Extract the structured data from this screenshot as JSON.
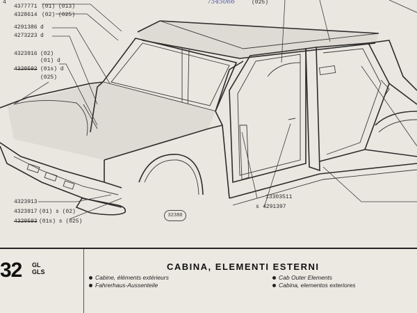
{
  "header_partial": {
    "top_code": "4",
    "handwritten_ref": "7545066",
    "top_variant": "(025)"
  },
  "part_refs_left": [
    {
      "number": "4377771",
      "variant": "(01) (013)"
    },
    {
      "number": "4328614",
      "variant": "(02) (025)"
    },
    {
      "number": "4291386",
      "variant": "d"
    },
    {
      "number": "4273223",
      "variant": "d"
    },
    {
      "number": "4323916",
      "variant": "(02)"
    },
    {
      "number": "",
      "variant": "(01) d"
    },
    {
      "number": "4320592",
      "variant": "(01s) d"
    },
    {
      "number": "",
      "variant": "(025)"
    }
  ],
  "part_refs_bottom_left": [
    {
      "number": "4323913",
      "variant": ""
    },
    {
      "number": "4323917",
      "variant": "(01) s (02)"
    },
    {
      "number": "4320593",
      "variant": "(01s) s (025)"
    }
  ],
  "part_refs_center": [
    {
      "number": "13303511",
      "variant": ""
    },
    {
      "number": "4291397",
      "variant": "s"
    }
  ],
  "figure_number": "32380",
  "footer": {
    "group_number": "32",
    "variant_1": "GL",
    "variant_2": "GLS",
    "title": "CABINA, ELEMENTI ESTERNI",
    "descriptions_left": [
      "Cabine, éléments extérieurs",
      "Fahrerhaus-Aussenteile"
    ],
    "descriptions_right": [
      "Cab Outer Elements",
      "Cabina, elementos exteriores"
    ]
  }
}
